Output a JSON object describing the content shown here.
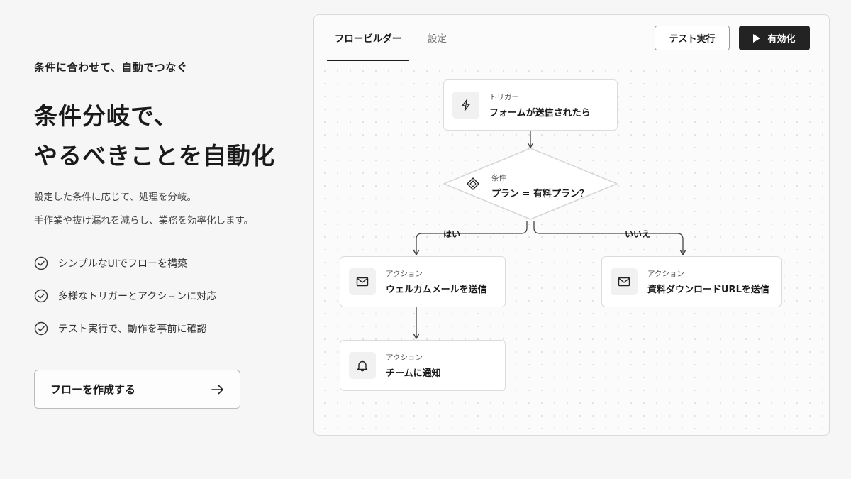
{
  "hero": {
    "eyebrow": "条件に合わせて、自動でつなぐ",
    "headline_line1": "条件分岐で、",
    "headline_line2": "やるべきことを自動化",
    "description_line1": "設定した条件に応じて、処理を分岐。",
    "description_line2": "手作業や抜け漏れを減らし、業務を効率化します。",
    "features": [
      "シンプルなUIでフローを構築",
      "多様なトリガーとアクションに対応",
      "テスト実行で、動作を事前に確認"
    ],
    "cta_label": "フローを作成する",
    "cta_icon": "arrow-right-icon"
  },
  "panel": {
    "tabs": [
      {
        "label": "フロービルダー",
        "active": true
      },
      {
        "label": "設定",
        "active": false
      }
    ],
    "test_button": "テスト実行",
    "enable_button": "有効化",
    "enable_icon": "play-icon"
  },
  "flow": {
    "trigger": {
      "type": "トリガー",
      "title": "フォームが送信されたら",
      "icon": "lightning-icon"
    },
    "condition": {
      "type": "条件",
      "title": "プラン = 有料プラン？",
      "icon": "diamond-icon"
    },
    "yes_label": "はい",
    "no_label": "いいえ",
    "action_welcome": {
      "type": "アクション",
      "title": "ウェルカムメールを送信",
      "icon": "mail-icon"
    },
    "action_download": {
      "type": "アクション",
      "title": "資料ダウンロードURLを送信",
      "icon": "mail-icon"
    },
    "action_notify": {
      "type": "アクション",
      "title": "チームに通知",
      "icon": "bell-icon"
    }
  },
  "colors": {
    "background": "#f6f6f6",
    "primary_dark": "#232323",
    "border": "#dcdcdc"
  }
}
